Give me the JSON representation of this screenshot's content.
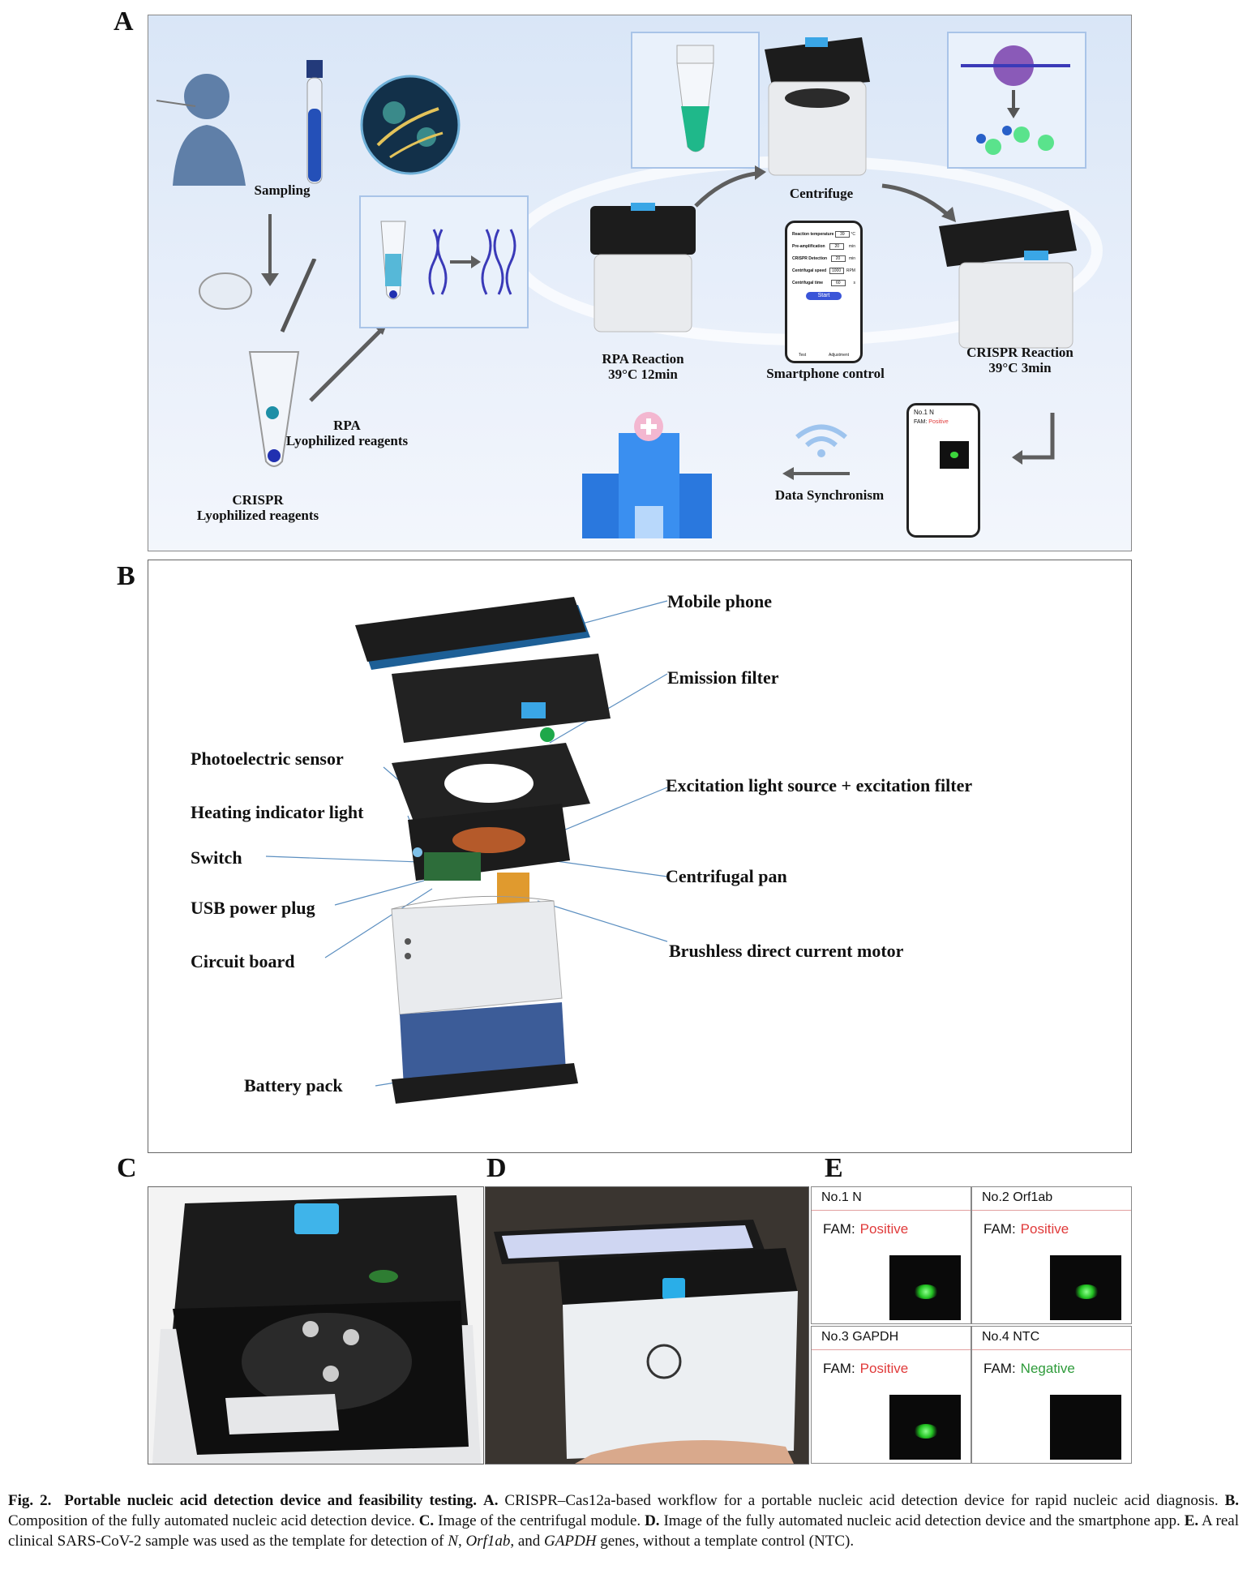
{
  "panels": {
    "a": "A",
    "b": "B",
    "c": "C",
    "d": "D",
    "e": "E"
  },
  "panel_a": {
    "sampling": "Sampling",
    "rpa_lyophilized": [
      "RPA",
      "Lyophilized reagents"
    ],
    "crispr_lyophilized": [
      "CRISPR",
      "Lyophilized reagents"
    ],
    "centrifuge": "Centrifuge",
    "rpa_reaction": [
      "RPA Reaction",
      "39°C 12min"
    ],
    "smartphone_control": "Smartphone control",
    "crispr_reaction": [
      "CRISPR Reaction",
      "39°C 3min"
    ],
    "data_sync": "Data Synchronism",
    "phone_app": {
      "rows": [
        {
          "label": "Reaction temperature",
          "value": "39",
          "unit": "°C"
        },
        {
          "label": "Pre-amplification",
          "value": "20",
          "unit": "min"
        },
        {
          "label": "CRISPR Detection",
          "value": "20",
          "unit": "min"
        },
        {
          "label": "Centrifugal speed",
          "value": "1000",
          "unit": "RPM"
        },
        {
          "label": "Centrifugal time",
          "value": "60",
          "unit": "s"
        }
      ],
      "start": "Start",
      "nav_test": "Test",
      "nav_adjustment": "Adjustment"
    },
    "result_phone": {
      "title": "No.1 N",
      "fam": "FAM:",
      "result": "Positive"
    }
  },
  "panel_b": {
    "mobile_phone": "Mobile phone",
    "emission_filter": "Emission filter",
    "photoelectric_sensor": "Photoelectric sensor",
    "excitation": "Excitation light source + excitation filter",
    "heating_indicator": "Heating indicator light",
    "switch": "Switch",
    "centrifugal_pan": "Centrifugal pan",
    "usb_power": "USB power plug",
    "circuit_board": "Circuit board",
    "motor": "Brushless direct current motor",
    "battery": "Battery pack"
  },
  "panel_e": [
    {
      "title": "No.1 N",
      "fam": "FAM:",
      "result": "Positive",
      "color": "#e03a3a"
    },
    {
      "title": "No.2 Orf1ab",
      "fam": "FAM:",
      "result": "Positive",
      "color": "#e03a3a"
    },
    {
      "title": "No.3 GAPDH",
      "fam": "FAM:",
      "result": "Positive",
      "color": "#e03a3a"
    },
    {
      "title": "No.4 NTC",
      "fam": "FAM:",
      "result": "Negative",
      "color": "#2e9b3a"
    }
  ],
  "caption": {
    "fig": "Fig. 2.",
    "title": "Portable nucleic acid detection device and feasibility testing.",
    "a_label": "A.",
    "a_text": "CRISPR–Cas12a-based workflow for a portable nucleic acid detection device for rapid nucleic acid diagnosis.",
    "b_label": "B.",
    "b_text": "Composition of the fully automated nucleic acid detection device.",
    "c_label": "C.",
    "c_text": "Image of the centrifugal module.",
    "d_label": "D.",
    "d_text": "Image of the fully automated nucleic acid detection device and the smartphone app.",
    "e_label": "E.",
    "e_text_1": "A real clinical SARS-CoV-2 sample was used as the template for detection of",
    "gene_n": "N",
    "comma": ",",
    "gene_orf": "Orf1ab",
    "and": ", and",
    "gene_gapdh": "GAPDH",
    "e_text_2": "genes, without a template control (NTC)."
  },
  "colors": {
    "accent_blue": "#3aa6e6",
    "device_white": "#e9ebee",
    "lid_black": "#1a1a1a",
    "positive": "#e03a3a",
    "negative": "#2e9b3a"
  }
}
